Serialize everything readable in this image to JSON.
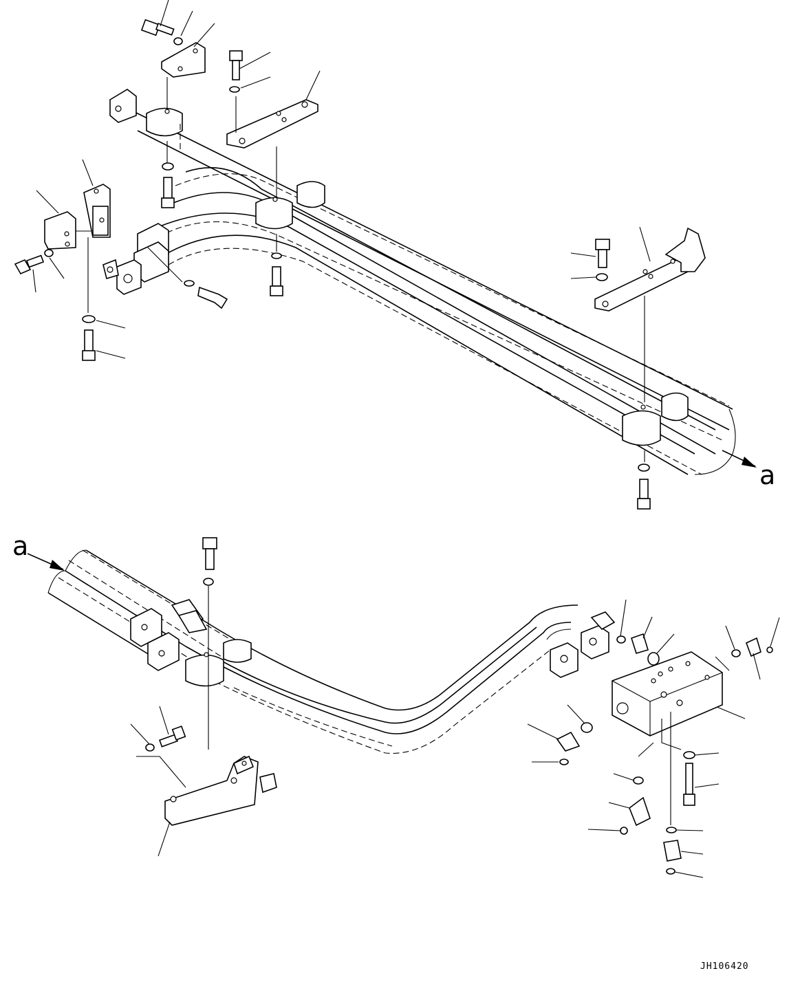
{
  "figure": {
    "continuation_label_top": "a",
    "continuation_label_bottom": "a",
    "drawing_code": "JH106420"
  }
}
